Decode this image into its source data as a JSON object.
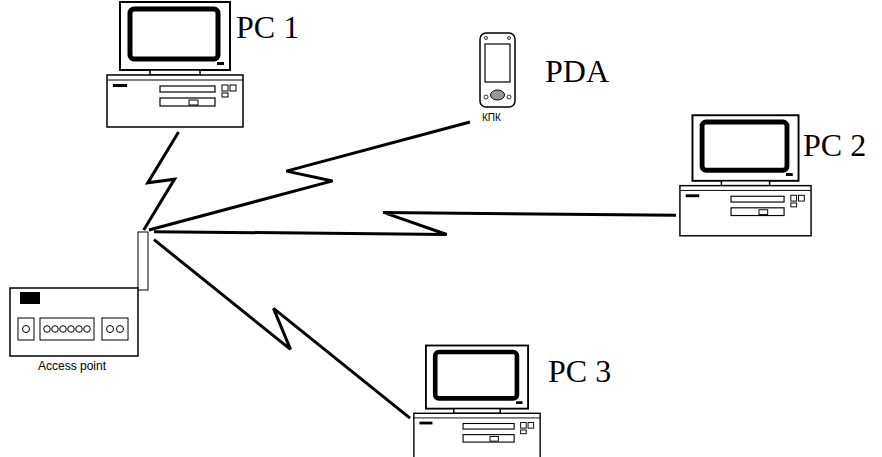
{
  "diagram": {
    "nodes": [
      {
        "text": [
          "PC 1"
        ]
      },
      {
        "text": [
          "PDA",
          "КПК"
        ]
      },
      {
        "text": [
          "PC 2"
        ]
      },
      {
        "text": [
          "Access point"
        ]
      },
      {
        "text": [
          "PC 3"
        ]
      }
    ],
    "edges": [
      {
        "from": 3,
        "to": 0,
        "arrow": "none"
      },
      {
        "from": 3,
        "to": 1,
        "arrow": "none"
      },
      {
        "from": 3,
        "to": 2,
        "arrow": "none"
      },
      {
        "from": 3,
        "to": 4,
        "arrow": "none"
      }
    ]
  }
}
